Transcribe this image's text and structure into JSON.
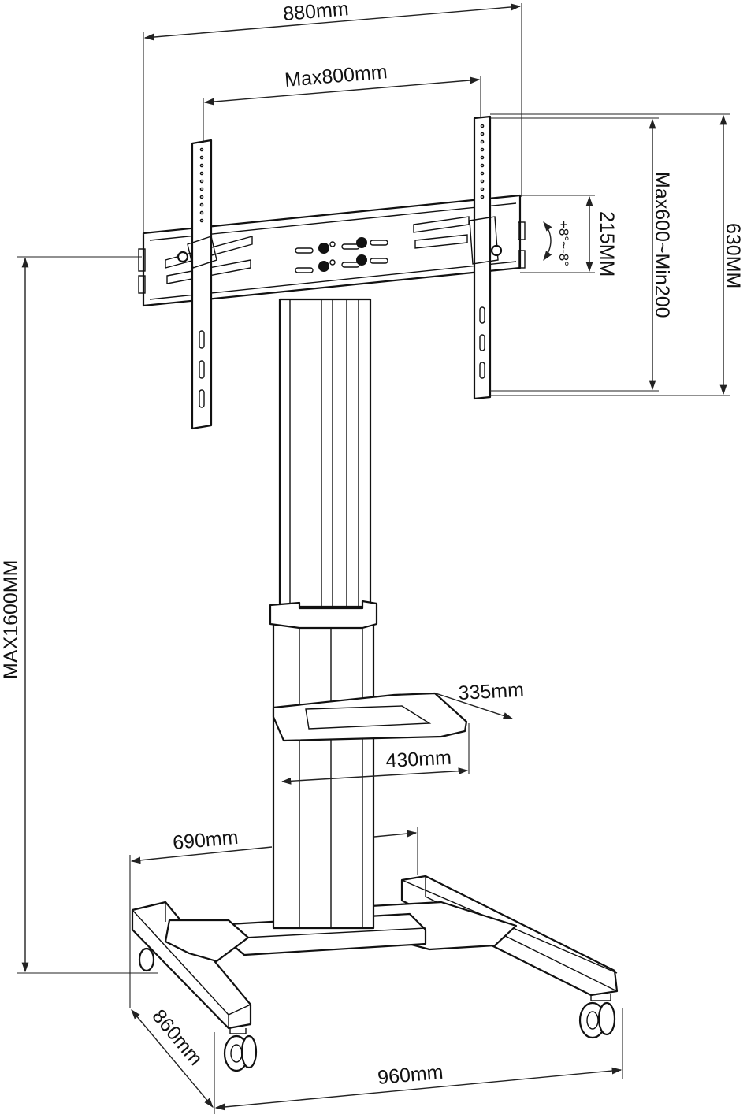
{
  "labels": {
    "overall_width": "880mm",
    "vesa_width": "Max800mm",
    "vesa_height": "Max600~Min200",
    "bracket_height": "630MM",
    "plate_height": "215MM",
    "tilt": "+8°~-8°",
    "max_height": "MAX1600MM",
    "shelf_depth": "335mm",
    "shelf_width": "430mm",
    "base_depth_front": "690mm",
    "base_depth": "860mm",
    "base_width": "960mm"
  }
}
